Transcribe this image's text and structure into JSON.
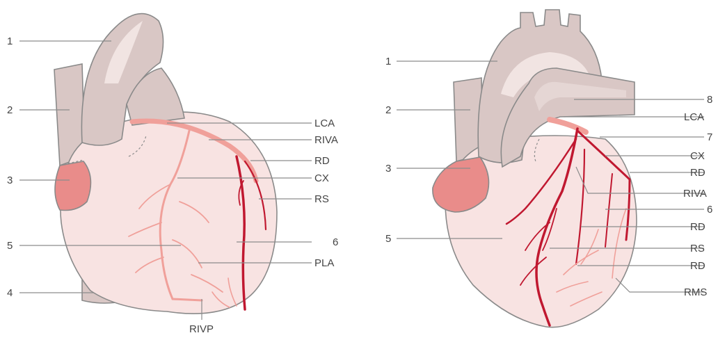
{
  "left_figure": {
    "labels_left": [
      "1",
      "2",
      "3",
      "5",
      "4"
    ],
    "labels_right": [
      "LCA",
      "RIVA",
      "RD",
      "CX",
      "RS",
      "6",
      "PLA"
    ],
    "label_bottom": "RIVP"
  },
  "right_figure": {
    "labels_left": [
      "1",
      "2",
      "3",
      "5"
    ],
    "labels_right": [
      "8",
      "LCA",
      "7",
      "CX",
      "RD",
      "RIVA",
      "6",
      "RD",
      "RS",
      "RD",
      "RMS"
    ]
  },
  "colors": {
    "heart_fill": "#f8e3e2",
    "vessel_fill": "#d9c7c5",
    "atrium_fill": "#e98c8a",
    "artery_dark": "#c01830",
    "artery_light": "#f0a09a",
    "leader_line": "#8c8c8c"
  }
}
